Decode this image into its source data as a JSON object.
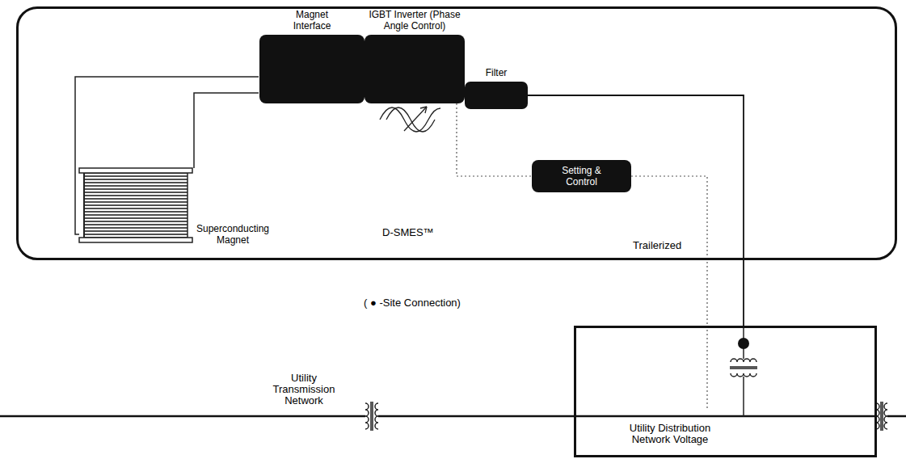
{
  "diagram": {
    "nodes": [
      {
        "text": [
          "D-SMES™",
          "Trailerized"
        ]
      },
      {
        "text": [
          "Magnet Interface"
        ],
        "in": 0
      },
      {
        "text": [
          "IGBT Inverter (Phase Angle Control)"
        ],
        "in": 0
      },
      {
        "text": [
          "Filter"
        ],
        "in": 0
      },
      {
        "text": [
          "Setting & Control"
        ],
        "in": 0
      },
      {
        "text": [
          "Utility Distribution Network Voltage"
        ]
      }
    ],
    "edges": [
      {
        "from": 3,
        "to": 5,
        "arrow": "none"
      },
      {
        "from": 2,
        "to": 4,
        "arrow": "none"
      },
      {
        "from": 4,
        "to": 5,
        "arrow": "none"
      }
    ],
    "labels": [
      "Superconducting Magnet",
      "( ● -Site Connection)",
      "Utility Transmission Network"
    ]
  }
}
